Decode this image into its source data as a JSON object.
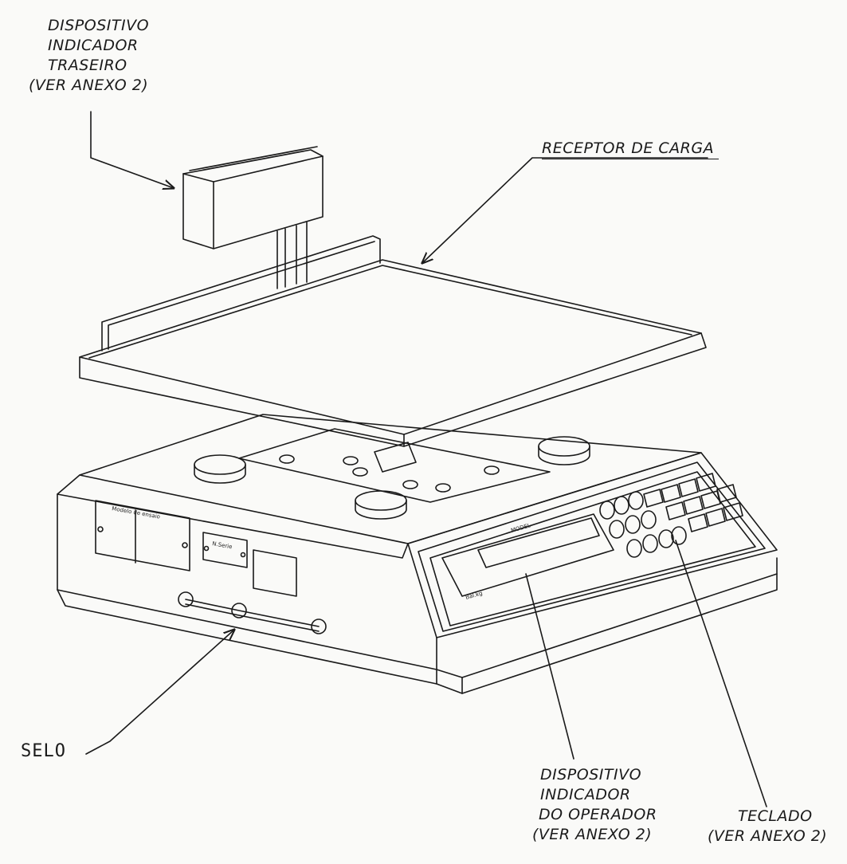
{
  "labels": {
    "rear_indicator": [
      "DISPOSITIVO",
      "INDICADOR",
      "TRASEIRO",
      "(VER ANEXO 2)"
    ],
    "load_receptor": "RECEPTOR DE CARGA",
    "seal": "SELO",
    "operator_indicator": [
      "DISPOSITIVO",
      "INDICADOR",
      "DO OPERADOR",
      "(VER ANEXO 2)"
    ],
    "keyboard": [
      "TECLADO",
      "(VER ANEXO 2)"
    ]
  },
  "colors": {
    "line": "#1a1a1a",
    "paper": "#fafaf8"
  }
}
